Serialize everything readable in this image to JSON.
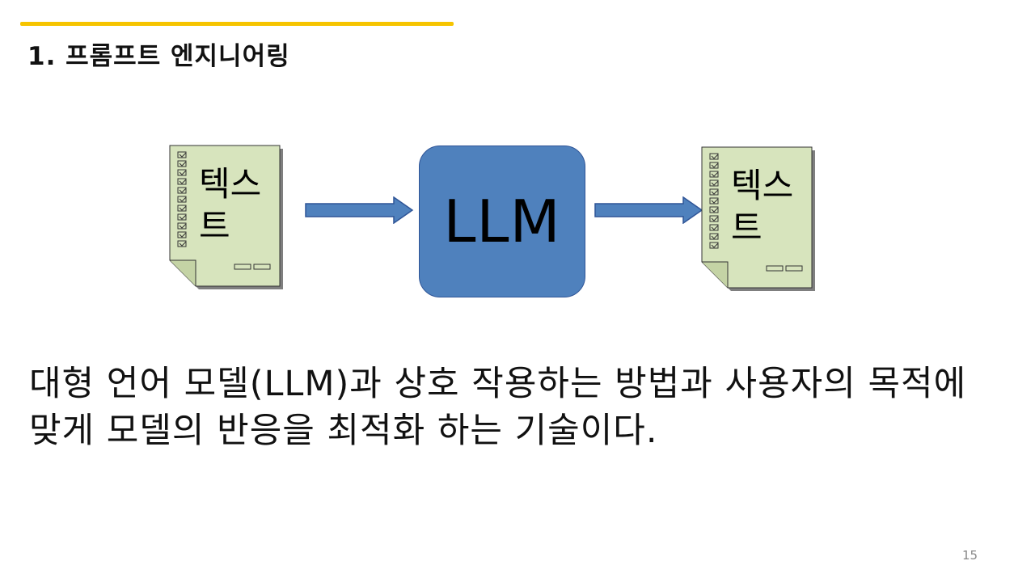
{
  "slide": {
    "title": "1. 프롬프트 엔지니어링",
    "description": "대형 언어 모델(LLM)과 상호 작용하는 방법과 사용자의 목적에 맞게 모델의 반응을 최적화 하는 기술이다.",
    "page_number": "15"
  },
  "diagram": {
    "input_doc_label": "텍스트",
    "model_label": "LLM",
    "output_doc_label": "텍스트"
  },
  "colors": {
    "accent_bar": "#f6c400",
    "doc_fill": "#d7e4bd",
    "llm_fill": "#4f81bd",
    "arrow_fill": "#4f81bd"
  }
}
